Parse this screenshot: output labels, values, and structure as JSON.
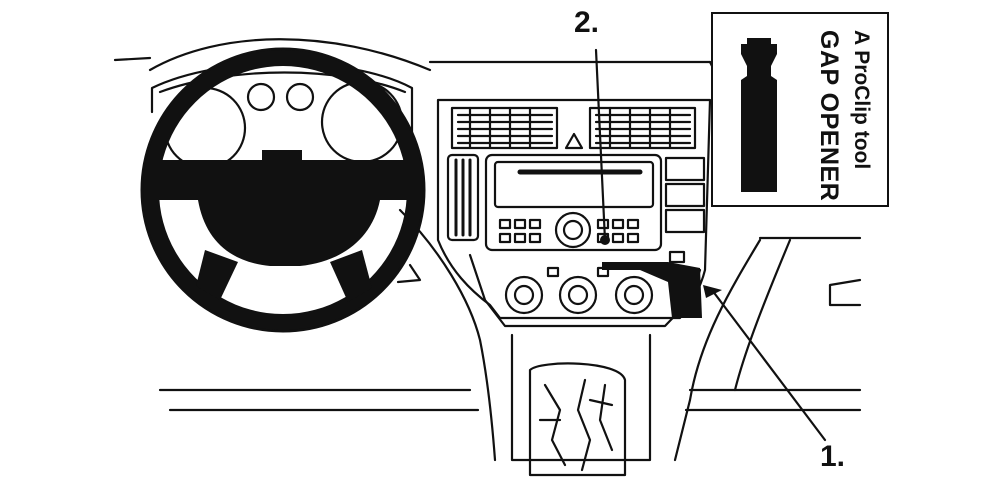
{
  "callouts": {
    "label_1": "1.",
    "label_2": "2."
  },
  "tool": {
    "title": "GAP OPENER",
    "subtitle": "A ProClip tool"
  },
  "colors": {
    "ink": "#111111",
    "background": "#ffffff"
  }
}
